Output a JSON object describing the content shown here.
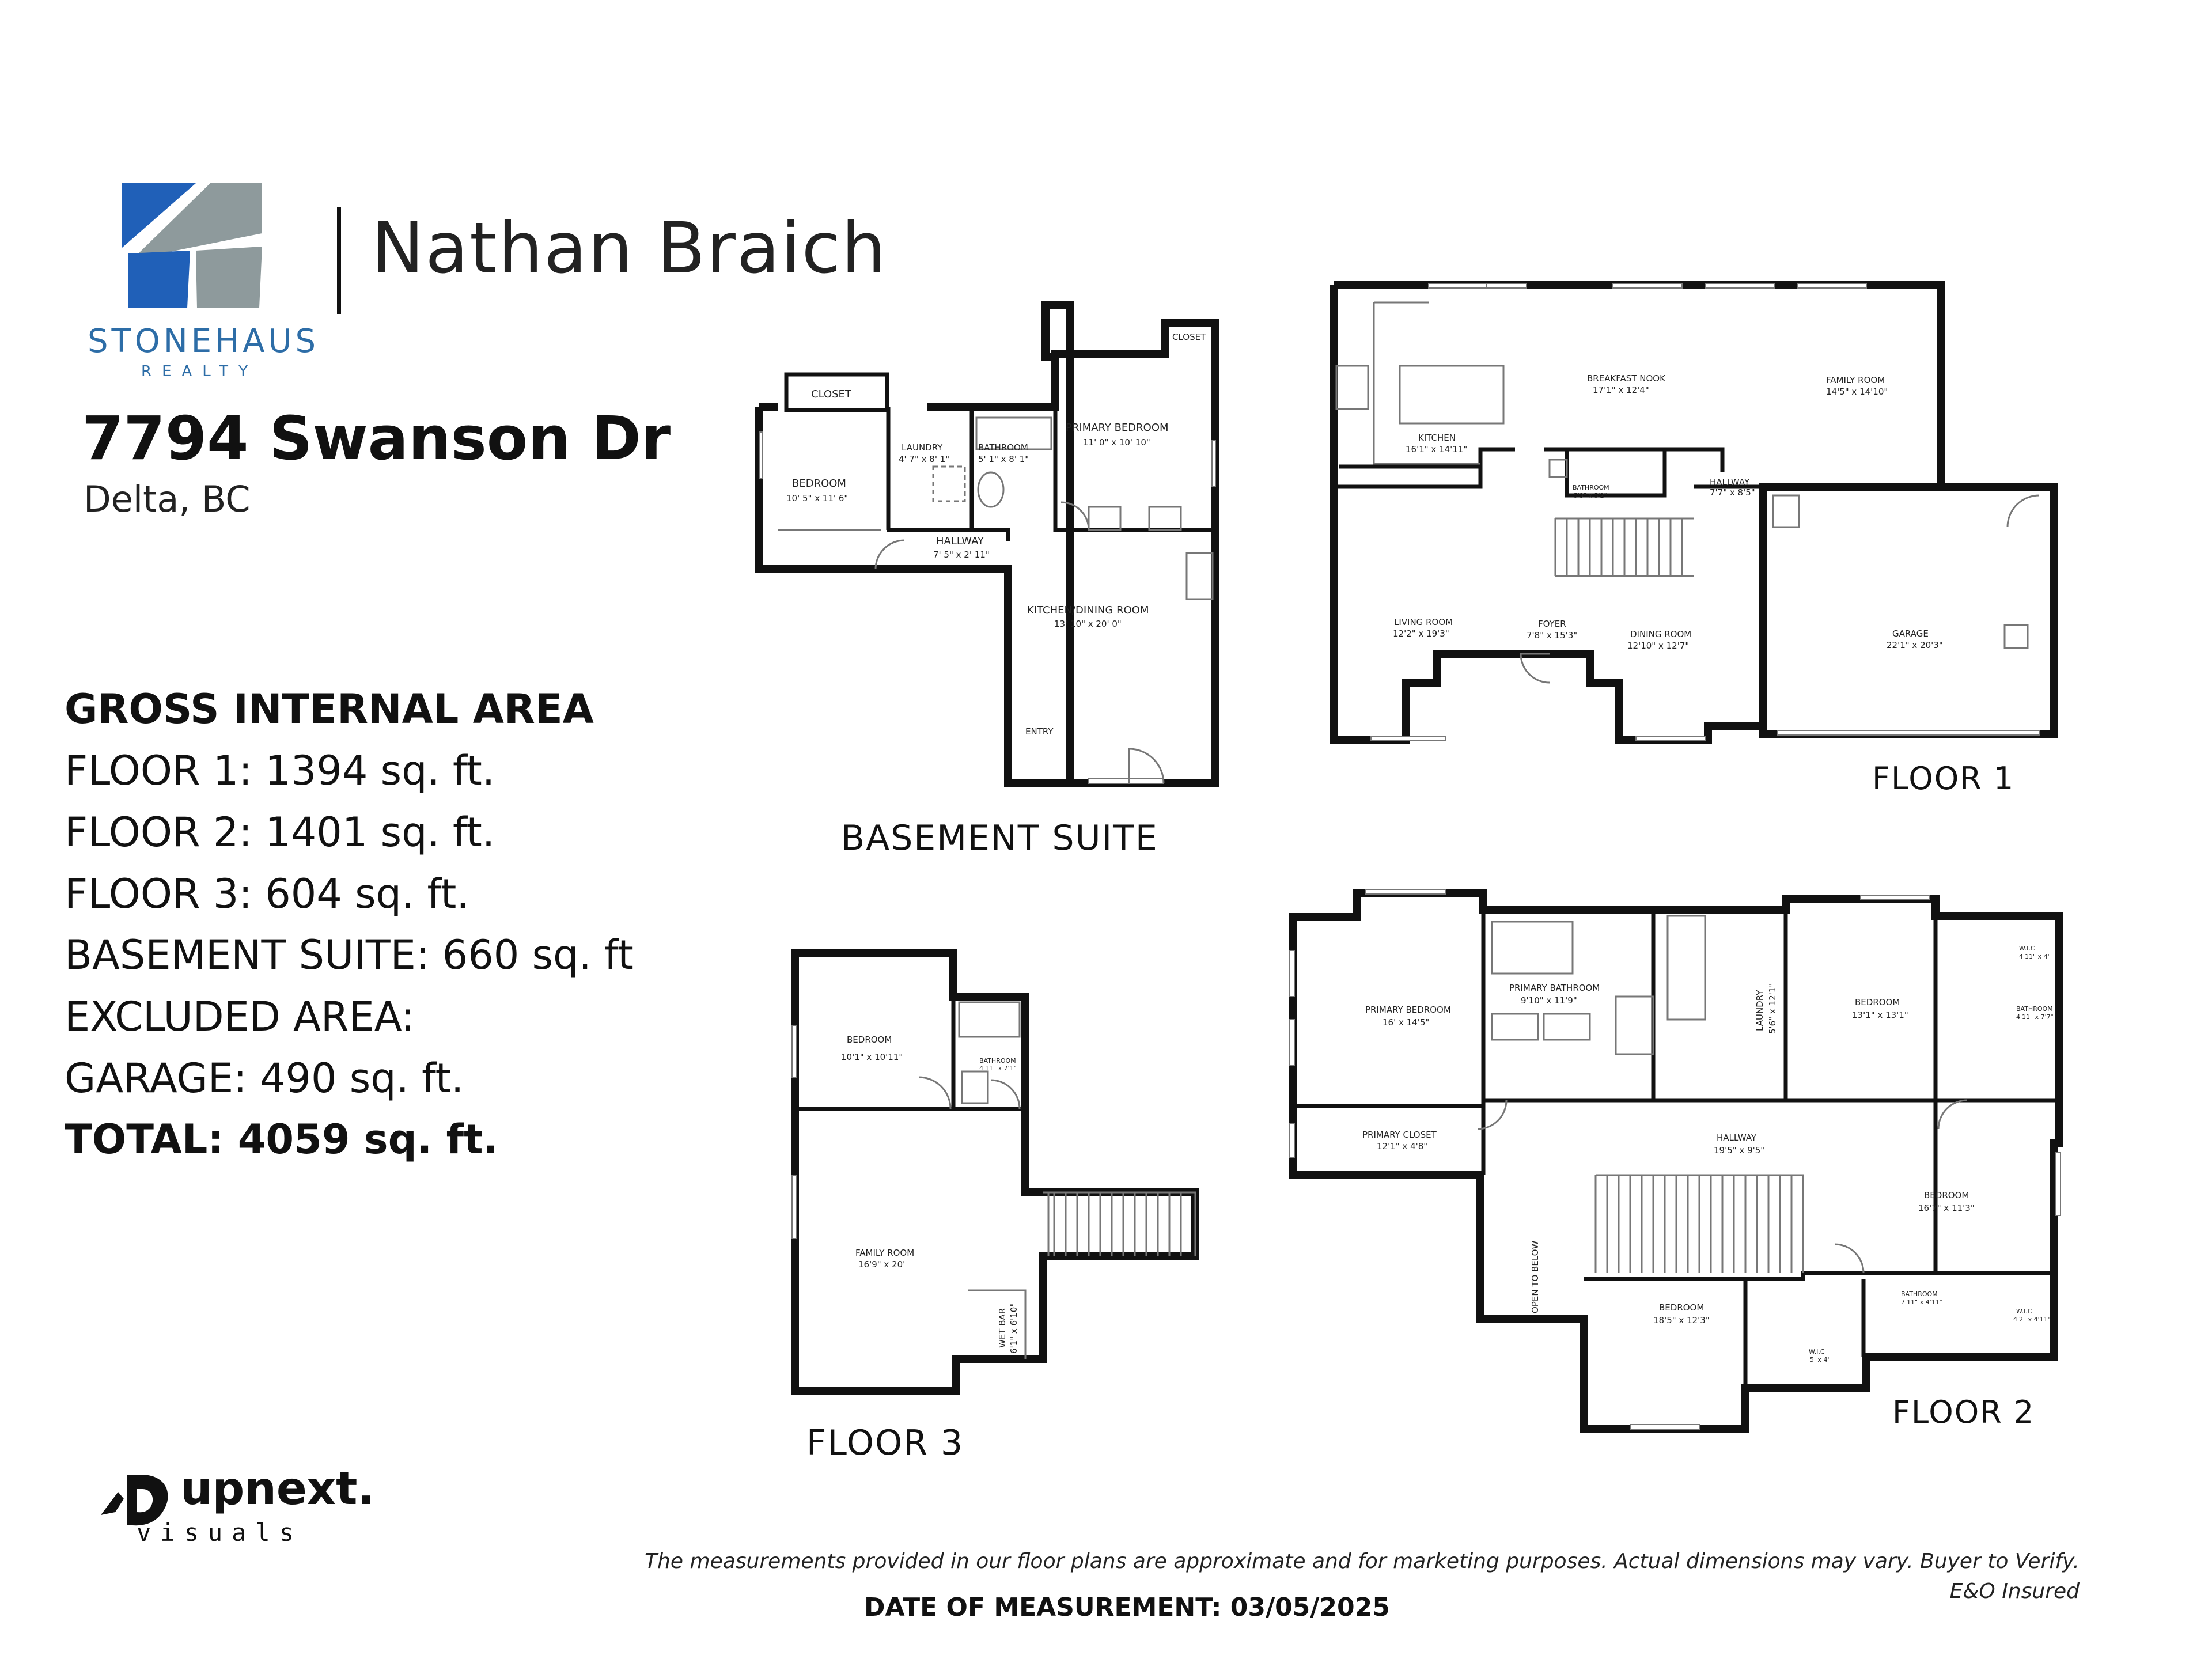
{
  "agent": {
    "name": "Nathan Braich"
  },
  "brand": {
    "name": "STONEHAUS",
    "sub": "REALTY",
    "colors": {
      "blue": "#2060b8",
      "gray": "#8e9a9c"
    }
  },
  "address": {
    "street": "7794 Swanson Dr",
    "city": "Delta, BC"
  },
  "area": {
    "heading": "GROSS INTERNAL AREA",
    "floor1": "FLOOR 1: 1394 sq. ft.",
    "floor2": "FLOOR 2: 1401 sq. ft.",
    "floor3": "FLOOR 3: 604 sq. ft.",
    "basement": "BASEMENT SUITE: 660 sq. ft",
    "excluded": "EXCLUDED AREA:",
    "garage": "GARAGE: 490 sq. ft.",
    "total": "TOTAL: 4059 sq. ft."
  },
  "plans": {
    "basement": {
      "label": "BASEMENT SUITE",
      "rooms": {
        "closet_top": "CLOSET",
        "closet_small": "CLOSET",
        "bedroom": "BEDROOM",
        "bedroom_dim": "10' 5\" x 11' 6\"",
        "laundry": "LAUNDRY",
        "laundry_dim": "4' 7\" x 8' 1\"",
        "bathroom": "BATHROOM",
        "bathroom_dim": "5' 1\" x 8' 1\"",
        "primary": "PRIMARY BEDROOM",
        "primary_dim": "11' 0\" x 10' 10\"",
        "hallway": "HALLWAY",
        "hallway_dim": "7' 5\" x 2' 11\"",
        "kitchen": "KITCHEN/DINING ROOM",
        "kitchen_dim": "13' 10\" x 20' 0\"",
        "entry": "ENTRY"
      }
    },
    "floor1": {
      "label": "FLOOR 1",
      "rooms": {
        "kitchen": "KITCHEN",
        "kitchen_dim": "16'1\" x 14'11\"",
        "nook": "BREAKFAST NOOK",
        "nook_dim": "17'1\" x 12'4\"",
        "family": "FAMILY ROOM",
        "family_dim": "14'5\" x 14'10\"",
        "bathroom": "BATHROOM",
        "bathroom_dim": "5'3\" x 5'2\"",
        "hallway": "HALLWAY",
        "hallway_dim": "7'7\" x 8'5\"",
        "living": "LIVING ROOM",
        "living_dim": "12'2\" x 19'3\"",
        "foyer": "FOYER",
        "foyer_dim": "7'8\" x 15'3\"",
        "dining": "DINING ROOM",
        "dining_dim": "12'10\" x 12'7\"",
        "garage": "GARAGE",
        "garage_dim": "22'1\" x 20'3\""
      }
    },
    "floor3": {
      "label": "FLOOR 3",
      "rooms": {
        "bedroom": "BEDROOM",
        "bedroom_dim": "10'1\" x 10'11\"",
        "bathroom": "BATHROOM",
        "bathroom_dim": "4'11\" x 7'1\"",
        "family": "FAMILY ROOM",
        "family_dim": "16'9\" x 20'",
        "wetbar": "WET BAR",
        "wetbar_dim": "6'1\" x 6'10\""
      }
    },
    "floor2": {
      "label": "FLOOR 2",
      "rooms": {
        "primary": "PRIMARY BEDROOM",
        "primary_dim": "16' x 14'5\"",
        "primary_bath": "PRIMARY BATHROOM",
        "primary_bath_dim": "9'10\" x 11'9\"",
        "laundry": "LAUNDRY",
        "laundry_dim": "5'6\" x 12'1\"",
        "bedroom_ne": "BEDROOM",
        "bedroom_ne_dim": "13'1\" x 13'1\"",
        "wic_ne": "W.I.C",
        "wic_ne_dim": "4'11\" x 4'",
        "bath_ne": "BATHROOM",
        "bath_ne_dim": "4'11\" x 7'7\"",
        "closet": "PRIMARY CLOSET",
        "closet_dim": "12'1\" x 4'8\"",
        "hallway": "HALLWAY",
        "hallway_dim": "19'5\" x 9'5\"",
        "bedroom_e": "BEDROOM",
        "bedroom_e_dim": "16'7\" x 11'3\"",
        "open": "OPEN TO BELOW",
        "bedroom_s": "BEDROOM",
        "bedroom_s_dim": "18'5\" x 12'3\"",
        "bath_s": "BATHROOM",
        "bath_s_dim": "7'11\" x 4'11\"",
        "wic_s": "W.I.C",
        "wic_s_dim": "5' x 4'",
        "wic_se": "W.I.C",
        "wic_se_dim": "4'2\" x 4'11\""
      }
    }
  },
  "footer": {
    "disclaimer": "The measurements provided in our floor plans are approximate and for marketing purposes. Actual dimensions may vary. Buyer to Verify.",
    "insured": "E&O Insured",
    "date": "DATE OF MEASUREMENT: 03/05/2025"
  },
  "producer": {
    "name": "upnext.",
    "sub": "visuals"
  }
}
